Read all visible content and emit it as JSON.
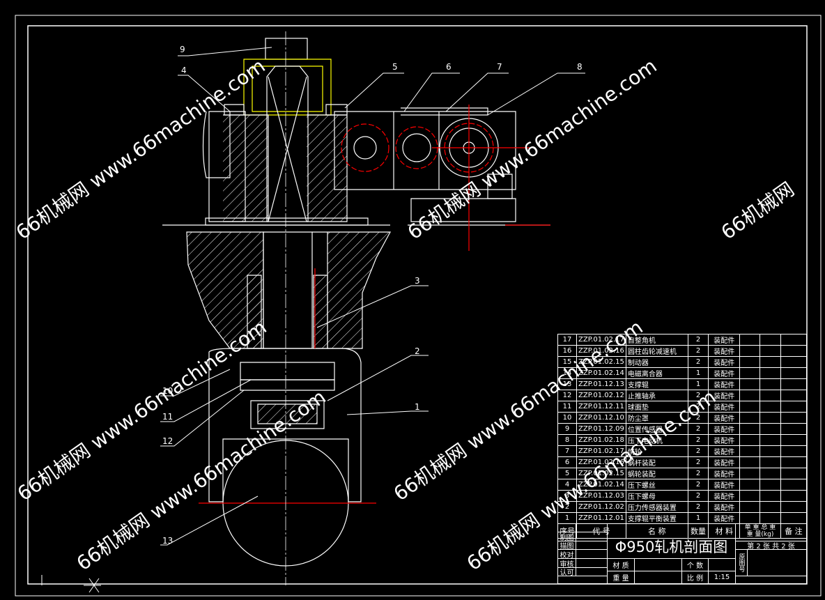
{
  "drawing": {
    "title": "Φ950轧机剖面图",
    "callouts": [
      "1",
      "2",
      "3",
      "4",
      "5",
      "6",
      "7",
      "8",
      "9",
      "10",
      "11",
      "12",
      "13"
    ],
    "colors": {
      "line": "#ffffff",
      "red": "#ff0000",
      "yellow": "#ffff00"
    }
  },
  "watermarks": [
    "66机械网 www.66machine.com",
    "66机械网 www.66machine.com",
    "66机械网 www.66machine.com",
    "66机械网 www.66machine.com",
    "66机械网 www.66machine.com",
    "66机械网 www.66machine.com",
    "66机械网"
  ],
  "parts_table": {
    "rows": [
      {
        "no": "17",
        "code": "ZZP.01.02.17",
        "name": "自整角机",
        "qty": "2",
        "material": "装配件"
      },
      {
        "no": "16",
        "code": "ZZP.01.02.16",
        "name": "圆柱齿轮减速机",
        "qty": "2",
        "material": "装配件"
      },
      {
        "no": "15",
        "code": "ZZP.01.02.15",
        "name": "制动器",
        "qty": "2",
        "material": "装配件"
      },
      {
        "no": "14",
        "code": "ZZP.01.02.14",
        "name": "电磁离合器",
        "qty": "1",
        "material": "装配件"
      },
      {
        "no": "13",
        "code": "ZZP.01.12.13",
        "name": "支撑辊",
        "qty": "1",
        "material": "装配件"
      },
      {
        "no": "12",
        "code": "ZZP.01.02.12",
        "name": "止推轴承",
        "qty": "2",
        "material": "装配件"
      },
      {
        "no": "11",
        "code": "ZZP.01.12.11",
        "name": "球面垫",
        "qty": "2",
        "material": "装配件"
      },
      {
        "no": "10",
        "code": "ZZP.01.12.10",
        "name": "防尘罩",
        "qty": "2",
        "material": "装配件"
      },
      {
        "no": "9",
        "code": "ZZP.01.12.09",
        "name": "位置传感器",
        "qty": "2",
        "material": "装配件"
      },
      {
        "no": "8",
        "code": "ZZP.01.02.18",
        "name": "压下电动机",
        "qty": "2",
        "material": "装配件"
      },
      {
        "no": "7",
        "code": "ZZP.01.02.17",
        "name": "惰轮",
        "qty": "2",
        "material": "装配件"
      },
      {
        "no": "6",
        "code": "ZZP.01.02.16",
        "name": "蜗杆装配",
        "qty": "2",
        "material": "装配件"
      },
      {
        "no": "5",
        "code": "ZZP.01.02.15",
        "name": "蜗轮装配",
        "qty": "2",
        "material": "装配件"
      },
      {
        "no": "4",
        "code": "ZZP.01.02.14",
        "name": "压下螺丝",
        "qty": "2",
        "material": "装配件"
      },
      {
        "no": "3",
        "code": "ZZP.01.12.03",
        "name": "压下螺母",
        "qty": "2",
        "material": "装配件"
      },
      {
        "no": "2",
        "code": "ZZP.01.12.02",
        "name": "压力传感器装置",
        "qty": "2",
        "material": "装配件"
      },
      {
        "no": "1",
        "code": "ZZP.01.12.01",
        "name": "支撑辊平衡装置",
        "qty": "1",
        "material": "装配件"
      }
    ],
    "headers": {
      "no": "序号",
      "code": "代 号",
      "name": "名 称",
      "qty": "数量",
      "material": "材 料",
      "unit_weight": "单 重",
      "total_weight": "总 重",
      "weight_unit": "重 量(kg)",
      "remark": "备 注"
    }
  },
  "title_block": {
    "roles": [
      "制图",
      "描图",
      "校对",
      "审核",
      "认可"
    ],
    "sheet": "第 2 张 共 2 张",
    "original_no": "原图号",
    "material_label": "材 质",
    "count_label": "个 数",
    "weight_label": "重 量",
    "scale_label": "比 例",
    "scale_value": "1:15"
  }
}
